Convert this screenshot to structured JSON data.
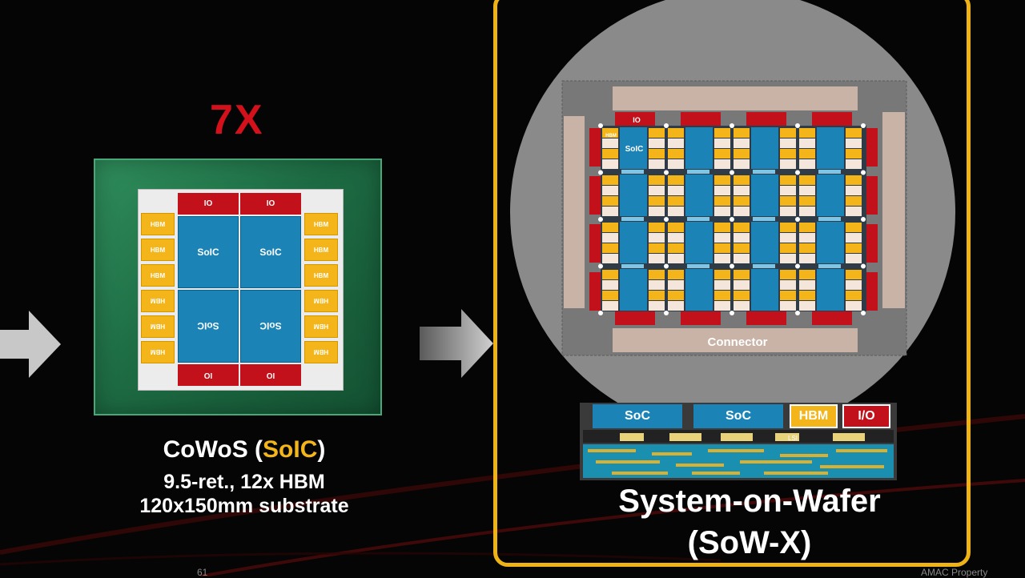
{
  "left_panel": {
    "multiplier": "7X",
    "cowos": {
      "io_labels": [
        "IO",
        "IO",
        "IO",
        "IO"
      ],
      "soic_label": "SoIC",
      "hbm_label": "HBM",
      "hbm_count": 12
    },
    "caption": {
      "title_prefix": "CoWoS (",
      "title_accent": "SoIC",
      "title_suffix": ")",
      "line1": "9.5-ret., 12x HBM",
      "line2": "120x150mm substrate"
    }
  },
  "right_panel": {
    "wafer": {
      "io_label": "IO",
      "hbm_label": "HBM",
      "soic_label": "SoIC",
      "connector_label": "Connector"
    },
    "cross_section": {
      "boxes": [
        {
          "label": "SoC",
          "color": "#1b83b6"
        },
        {
          "label": "SoC",
          "color": "#1b83b6"
        },
        {
          "label": "HBM",
          "color": "#f4b51b"
        },
        {
          "label": "I/O",
          "color": "#c2111a"
        }
      ],
      "inner_label": "LSI"
    },
    "title": "System-on-Wafer",
    "subtitle": "(SoW-X)"
  },
  "footer": {
    "page_number": "61",
    "property_text": "AMAC Property"
  },
  "colors": {
    "frame": "#f0b316",
    "io_red": "#c2111a",
    "soic_blue": "#1b83b6",
    "hbm_yellow": "#f4b51b",
    "package_green": "#1d6b43",
    "wafer_gray": "#8a8a8a"
  }
}
